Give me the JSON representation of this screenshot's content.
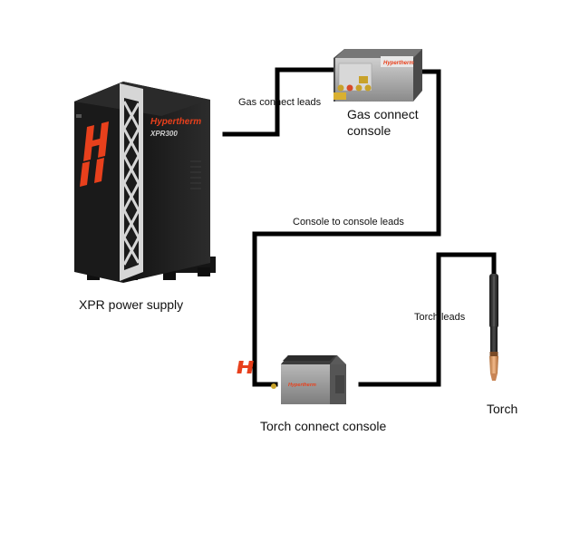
{
  "components": {
    "power_supply": {
      "label": "XPR power supply",
      "brand": "Hypertherm",
      "model": "XPR300"
    },
    "gas_console": {
      "label_line1": "Gas connect",
      "label_line2": "console",
      "brand": "Hypertherm"
    },
    "torch_console": {
      "label": "Torch connect console",
      "brand": "Hypertherm"
    },
    "torch": {
      "label": "Torch"
    }
  },
  "leads": {
    "gas": "Gas connect leads",
    "console": "Console to console leads",
    "torch": "Torch leads"
  },
  "colors": {
    "brand_red": "#e8401c",
    "cabinet": "#1b1b1b",
    "lead": "#000000",
    "console_gray": "#8c8c8c"
  },
  "icons": [
    "hypertherm-logo-icon"
  ]
}
